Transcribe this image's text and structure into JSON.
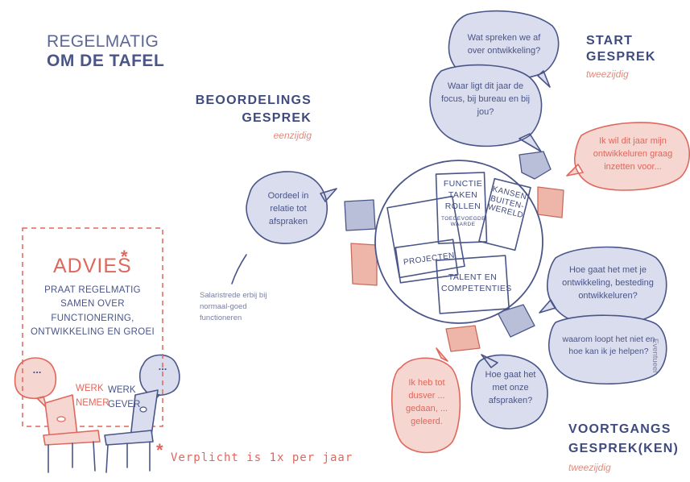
{
  "title": {
    "line1": "REGELMATIG",
    "line2": "OM DE TAFEL"
  },
  "sections": {
    "start": {
      "heading1": "START",
      "heading2": "GESPREK",
      "mode": "tweezijdig"
    },
    "beoordeling": {
      "heading1": "BEOORDELINGS",
      "heading2": "GESPREK",
      "mode": "eenzijdig"
    },
    "voortgang": {
      "heading1": "VOORTGANGS",
      "heading2": "GESPREK(KEN)",
      "mode": "tweezijdig"
    }
  },
  "bubbles": {
    "start_q1": "Wat spreken we af over ontwikkeling?",
    "start_q2": "Waar ligt dit jaar de focus, bij bureau en bij jou?",
    "start_answer": "Ik wil dit jaar mijn ontwikkeluren graag inzetten voor...",
    "oordeel": "Oordeel in relatie tot afspraken",
    "voortgang_q1": "Hoe gaat het met je ontwikkeling, besteding ontwikkeluren?",
    "voortgang_q2": "waarom loopt het niet en hoe kan ik je helpen?",
    "voortgang_q2_note": "Eventueel",
    "afspraken": "Hoe gaat het met onze afspraken?",
    "gedaan": "Ik heb tot dusver ... gedaan, ... geleerd.",
    "salaris_note": "Salaristrede erbij bij normaal-goed functioneren"
  },
  "table_cards": {
    "functie": [
      "FUNCTIE",
      "TAKEN",
      "ROLLEN"
    ],
    "functie_sub": "TOEGEVOEGDE WAARDE",
    "kansen": [
      "KANSEN",
      "BUITEN-",
      "WERELD"
    ],
    "projecten": "PROJECTEN",
    "talent": [
      "TALENT EN",
      "COMPETENTIES"
    ]
  },
  "advies": {
    "title": "ADVIES",
    "text": "PRAAT REGELMATIG SAMEN OVER FUNCTIONERING, ONTWIKKELING EN GROEI",
    "werknemer": [
      "WERK",
      "NEMER"
    ],
    "werkgever": [
      "WERK",
      "GEVER"
    ],
    "ellipsis": "...",
    "asterisk": "*"
  },
  "footnote": "Verplicht is 1x per jaar",
  "colors": {
    "navy": "#4a5588",
    "salmon": "#e0675c",
    "navy_fill": "#d9dcec",
    "salmon_fill": "#f6d5cf"
  }
}
